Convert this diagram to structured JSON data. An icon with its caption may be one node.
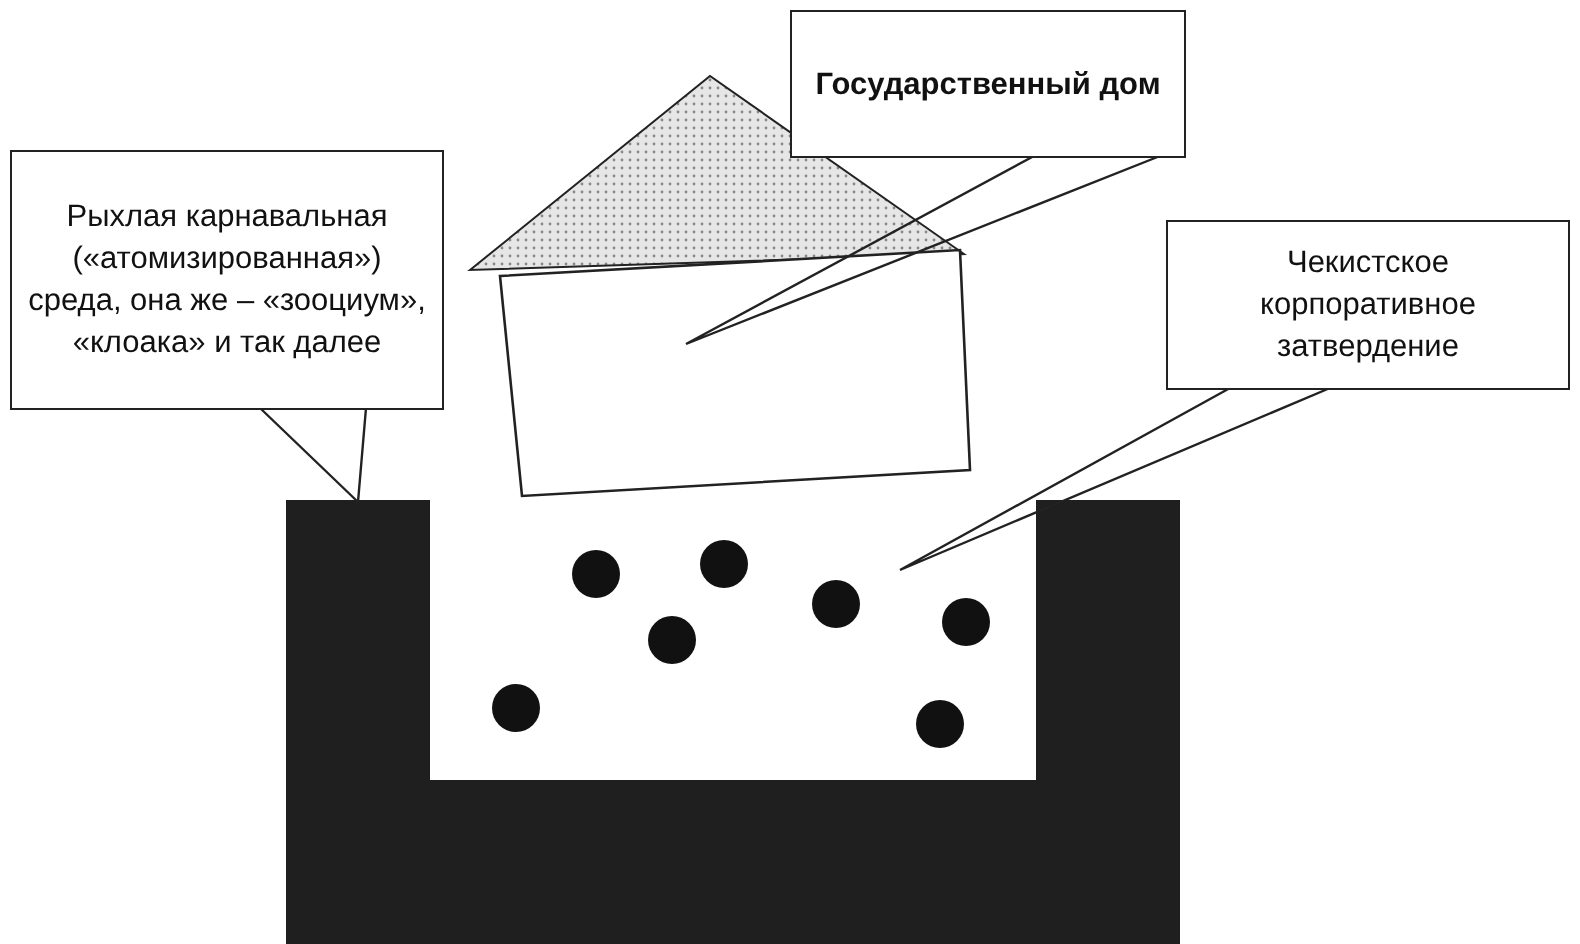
{
  "diagram": {
    "nodes": [
      {
        "text": [
          "Государственный дом"
        ]
      },
      {
        "text": [
          "Рыхлая карнавальная («атомизированная») среда, она же – «зооциум», «клоака» и так далее"
        ]
      },
      {
        "text": [
          "Чекистское корпоративное затвердение"
        ]
      },
      {
        "text": [],
        "shape": "box"
      },
      {
        "text": [],
        "shape": "box",
        "in": 3
      },
      {
        "text": [],
        "shape": "house"
      }
    ],
    "edges": [
      {
        "from": 0,
        "to": 5,
        "arrow": "none"
      },
      {
        "from": 1,
        "to": 3,
        "arrow": "none"
      },
      {
        "from": 2,
        "to": 4,
        "arrow": "none"
      }
    ]
  }
}
